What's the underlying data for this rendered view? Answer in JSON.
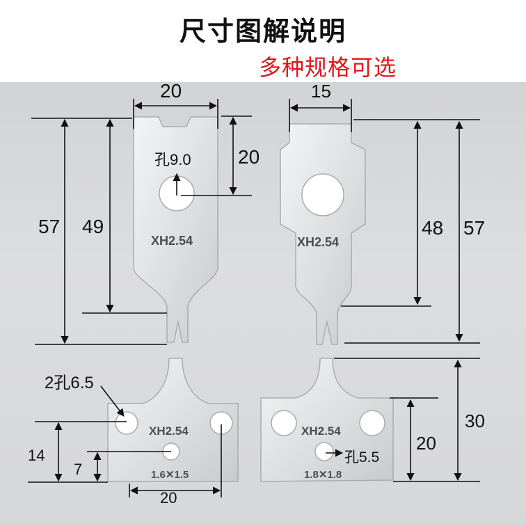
{
  "header": {
    "title": "尺寸图解说明",
    "subtitle": "多种规格可选"
  },
  "colors": {
    "background": "#d8d9db",
    "blade": "#e4e5e7",
    "text": "#111111",
    "subtitle": "#e0171a"
  },
  "blade_a": {
    "width": "20",
    "hole_offset": "20",
    "hole_label": "孔9.0",
    "length_total": "57",
    "length_slot": "49",
    "model": "XH2.54"
  },
  "blade_b": {
    "width": "15",
    "length_total": "57",
    "length_slot": "48",
    "model": "XH2.54"
  },
  "blade_c": {
    "hole_label": "2孔6.5",
    "hole_height": "14",
    "small_height": "7",
    "width": "20",
    "model": "XH2.54",
    "size_mark": "1.6✕1.5"
  },
  "blade_d": {
    "height": "30",
    "hole_height": "20",
    "hole_label": "孔5.5",
    "model": "XH2.54",
    "size_mark": "1.8✕1.8"
  }
}
